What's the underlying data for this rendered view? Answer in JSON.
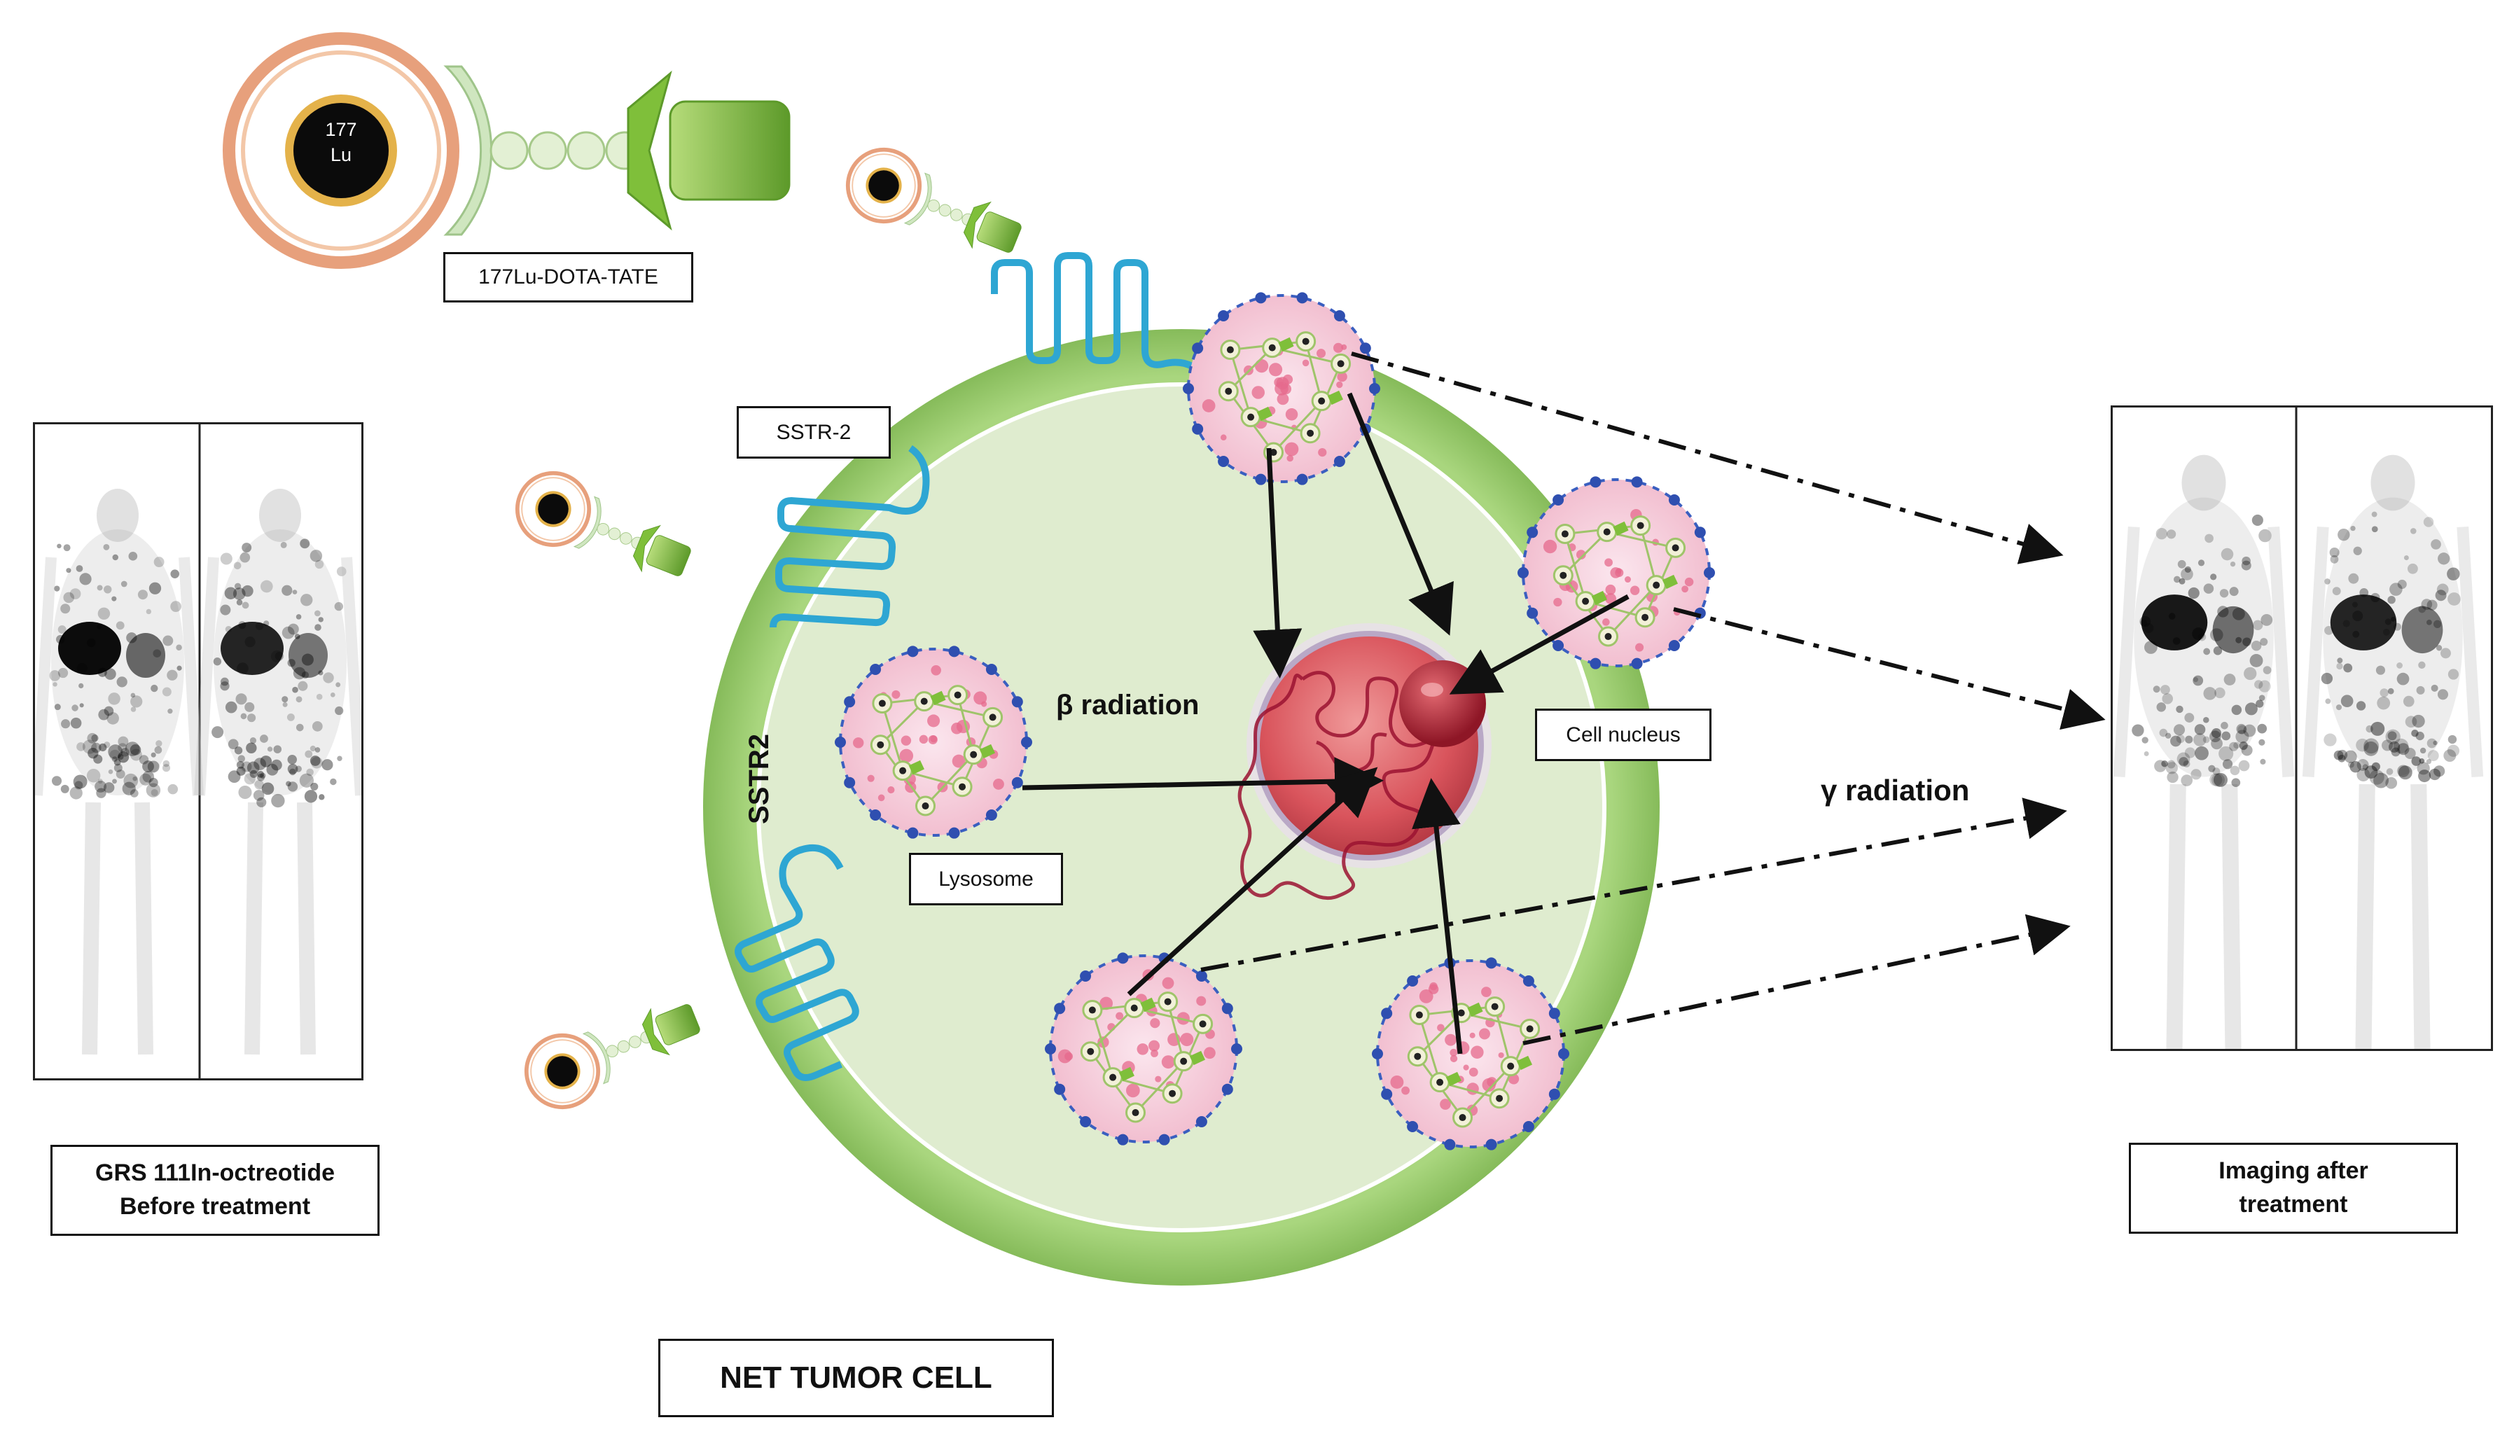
{
  "labels": {
    "compound": "177Lu-DOTA-TATE",
    "isotope_mass": "177",
    "isotope_symbol": "Lu",
    "receptor_box": "SSTR-2",
    "receptor_membrane": "SSTR2",
    "beta": "β radiation",
    "gamma": "γ radiation",
    "nucleus": "Cell nucleus",
    "lysosome": "Lysosome",
    "cell": "NET TUMOR CELL",
    "before_line1": "GRS 111In-octreotide",
    "before_line2": "Before treatment",
    "after_line1": "Imaging after",
    "after_line2": "treatment"
  },
  "colors": {
    "cell_membrane": "#9ccc6e",
    "cytoplasm": "#dfeccf",
    "receptor": "#2ea6d3",
    "lysosome_fill": "#f7d3df",
    "lysosome_dot": "#2f4fb0",
    "nucleus": "#d9545c",
    "nucleolus": "#a81e2c",
    "chelator_ring": "#e7a07c",
    "peptide": "#8fc34f"
  }
}
